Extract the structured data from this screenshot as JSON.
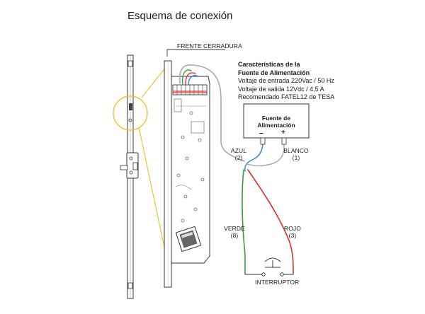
{
  "title": "Esquema de conexión",
  "frente_label": "FRENTE CERRADURA",
  "specs": {
    "heading_line1": "Características de la",
    "heading_line2": "Fuente de Alimentación",
    "line1": "Voltaje de entrada 220Vac / 50 Hz",
    "line2": "Voltaje de salida 12Vdc / 4,5 A",
    "line3": "Recomendado FATEL12 de TESA"
  },
  "power_supply": {
    "line1": "Fuente de",
    "line2": "Alimentación",
    "minus": "–",
    "plus": "+"
  },
  "wires": {
    "azul": "AZUL",
    "azul_num": "(2)",
    "blanco": "BLANCO",
    "blanco_num": "(1)",
    "verde": "VERDE",
    "verde_num": "(8)",
    "rojo": "ROJO",
    "rojo_num": "(3)"
  },
  "switch_label": "INTERRUPTOR",
  "colors": {
    "wire_gray": "#a8a8a8",
    "wire_green": "#3a9b45",
    "wire_red": "#d7312c",
    "wire_blue": "#2f7fd0",
    "callout_yellow": "#e8c72e",
    "line_dark": "#333333"
  }
}
